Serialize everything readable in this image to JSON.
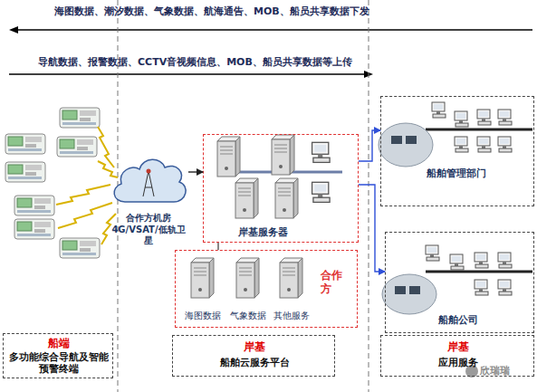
{
  "diagram": {
    "nodes": [
      {
        "text": [
          "合作方机房 4G/VSAT/低轨卫星"
        ]
      },
      {
        "text": [
          "岸基服务器"
        ]
      },
      {
        "text": [
          "船舶管理部门"
        ]
      },
      {
        "text": [
          "船舶公司"
        ]
      },
      {
        "text": [
          "合作方"
        ]
      },
      {
        "text": [
          "海图数据"
        ],
        "in": 4
      },
      {
        "text": [
          "气象数据"
        ],
        "in": 4
      },
      {
        "text": [
          "其他服务"
        ],
        "in": 4
      },
      {
        "text": [
          "船端",
          "多功能综合导航及智能预警终端"
        ]
      },
      {
        "text": [
          "岸基",
          "船舶云服务平台"
        ]
      },
      {
        "text": [
          "岸基",
          "应用服务"
        ]
      }
    ],
    "edges": [
      {
        "from": 0,
        "to": 1,
        "arrow": "to"
      },
      {
        "from": 1,
        "to": 2,
        "arrow": "to"
      },
      {
        "from": 1,
        "to": 3,
        "arrow": "to"
      },
      {
        "from": 4,
        "to": 1,
        "arrow": "none"
      }
    ],
    "labels": [
      "海图数据、潮汐数据、气象数据、航海通告、MOB、船员共享数据下发",
      "导航数据、报警数据、CCTV音视频信息、MOB、船员共享数据等上传",
      "欣瑞瑞"
    ]
  }
}
